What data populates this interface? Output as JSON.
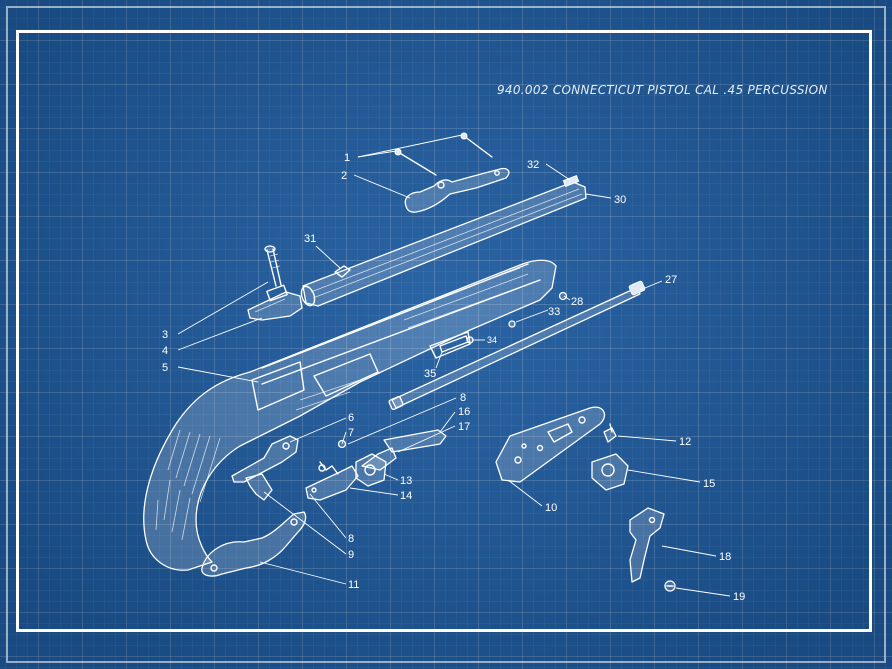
{
  "title": "940.002 CONNECTICUT PISTOL CAL .45 PERCUSSION",
  "callouts": {
    "n1": "1",
    "n2": "2",
    "n3": "3",
    "n4": "4",
    "n5": "5",
    "n6": "6",
    "n7": "7",
    "n8a": "8",
    "n8b": "8",
    "n9": "9",
    "n10": "10",
    "n11": "11",
    "n12": "12",
    "n13": "13",
    "n14": "14",
    "n15": "15",
    "n16": "16",
    "n17": "17",
    "n18": "18",
    "n19": "19",
    "n27": "27",
    "n28": "28",
    "n30": "30",
    "n31": "31",
    "n32": "32",
    "n33": "33",
    "n34": "34",
    "n35": "35"
  },
  "colors": {
    "background": "#1e5b9f",
    "linework": "#ffffff"
  }
}
